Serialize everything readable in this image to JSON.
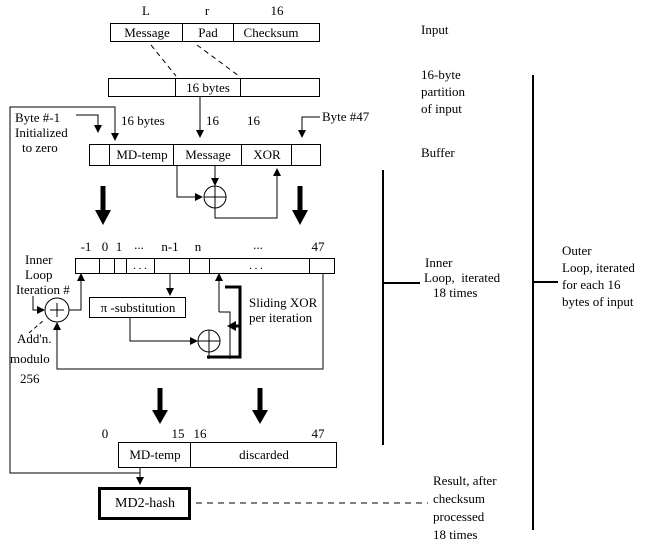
{
  "diagram": {
    "input_row": {
      "width_labels": [
        "L",
        "r",
        "16"
      ],
      "cells": [
        "Message",
        "Pad",
        "Checksum"
      ],
      "caption": "Input"
    },
    "partition_row": {
      "cell_label": "16 bytes",
      "caption_lines": [
        "16-byte",
        "partition",
        "of input"
      ]
    },
    "buffer": {
      "note_byte_minus1_lines": [
        "Byte #-1",
        "Initialized",
        "to zero"
      ],
      "label_16_bytes": "16 bytes",
      "label_16_message": "16",
      "label_16_xor": "16",
      "label_byte_47": "Byte #47",
      "cells": [
        "",
        "MD-temp",
        "Message",
        "XOR",
        ""
      ],
      "caption": "Buffer"
    },
    "register": {
      "index_labels": [
        "-1",
        "0",
        "1",
        "...",
        "n-1",
        "n",
        "...",
        "47"
      ],
      "dots_a": ". . .",
      "dots_b": ". . ."
    },
    "inner_section": {
      "iteration_note_lines": [
        "Inner",
        "Loop",
        "Iteration #"
      ],
      "pi_box_label": "π -substitution",
      "sliding_note_lines": [
        "Sliding XOR",
        "per iteration"
      ],
      "addition_note_lines": [
        "Add'n.",
        "modulo",
        "256"
      ],
      "caption_lines": [
        "Inner",
        "Loop,  iterated",
        "18 times"
      ]
    },
    "outer_section": {
      "caption_lines": [
        "Outer",
        "Loop, iterated",
        "for each 16",
        "bytes of input"
      ]
    },
    "output_row": {
      "index_labels": [
        "0",
        "15",
        "16",
        "47"
      ],
      "cells": [
        "MD-temp",
        "discarded"
      ]
    },
    "result": {
      "box_label": "MD2-hash",
      "caption_lines": [
        "Result, after",
        "checksum",
        "processed",
        "18 times"
      ]
    },
    "colors": {
      "ink": "#000000",
      "background": "#ffffff"
    }
  }
}
